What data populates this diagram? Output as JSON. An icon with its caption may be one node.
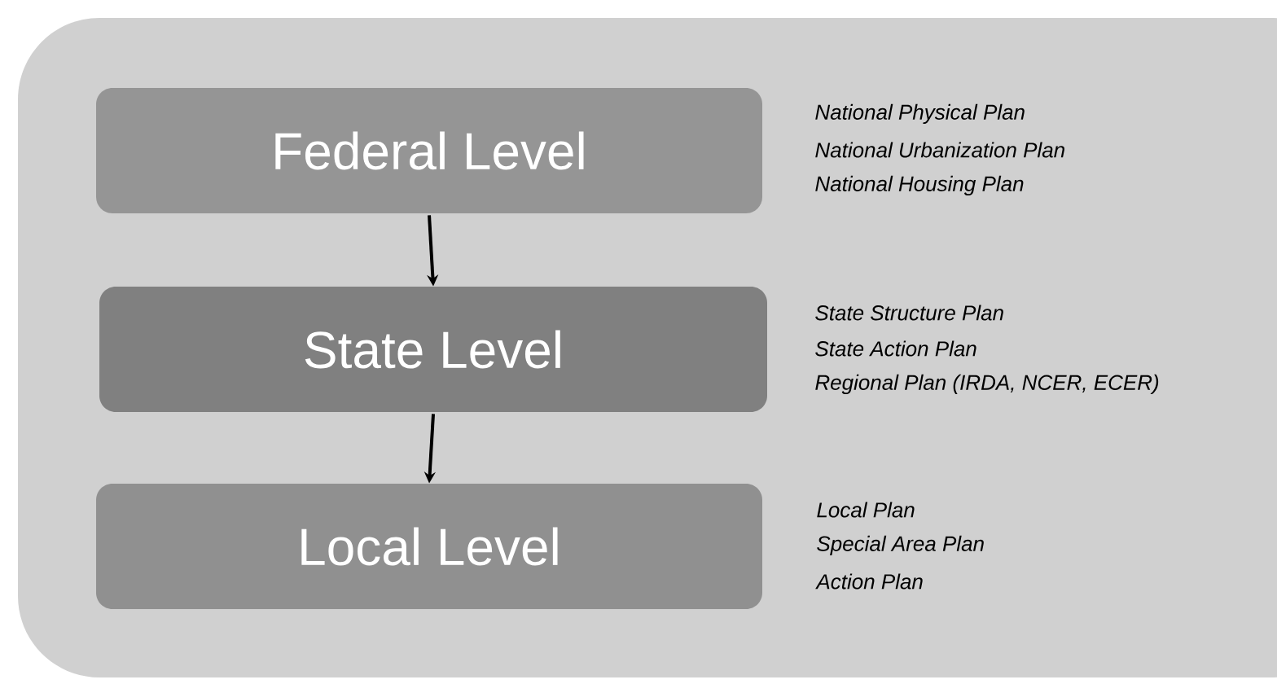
{
  "diagram": {
    "nodes": [
      {
        "text": [
          "Federal Level"
        ],
        "beside": [
          "National Physical Plan",
          "National Urbanization Plan",
          "National Housing Plan"
        ]
      },
      {
        "text": [
          "State Level"
        ],
        "beside": [
          "State Structure Plan",
          "State Action Plan",
          "Regional Plan (IRDA, NCER, ECER)"
        ]
      },
      {
        "text": [
          "Local Level"
        ],
        "beside": [
          "Local Plan",
          "Special Area Plan",
          "Action Plan"
        ]
      }
    ],
    "edges": [
      {
        "from": 0,
        "to": 1,
        "arrow": "to"
      },
      {
        "from": 1,
        "to": 2,
        "arrow": "to"
      }
    ]
  }
}
